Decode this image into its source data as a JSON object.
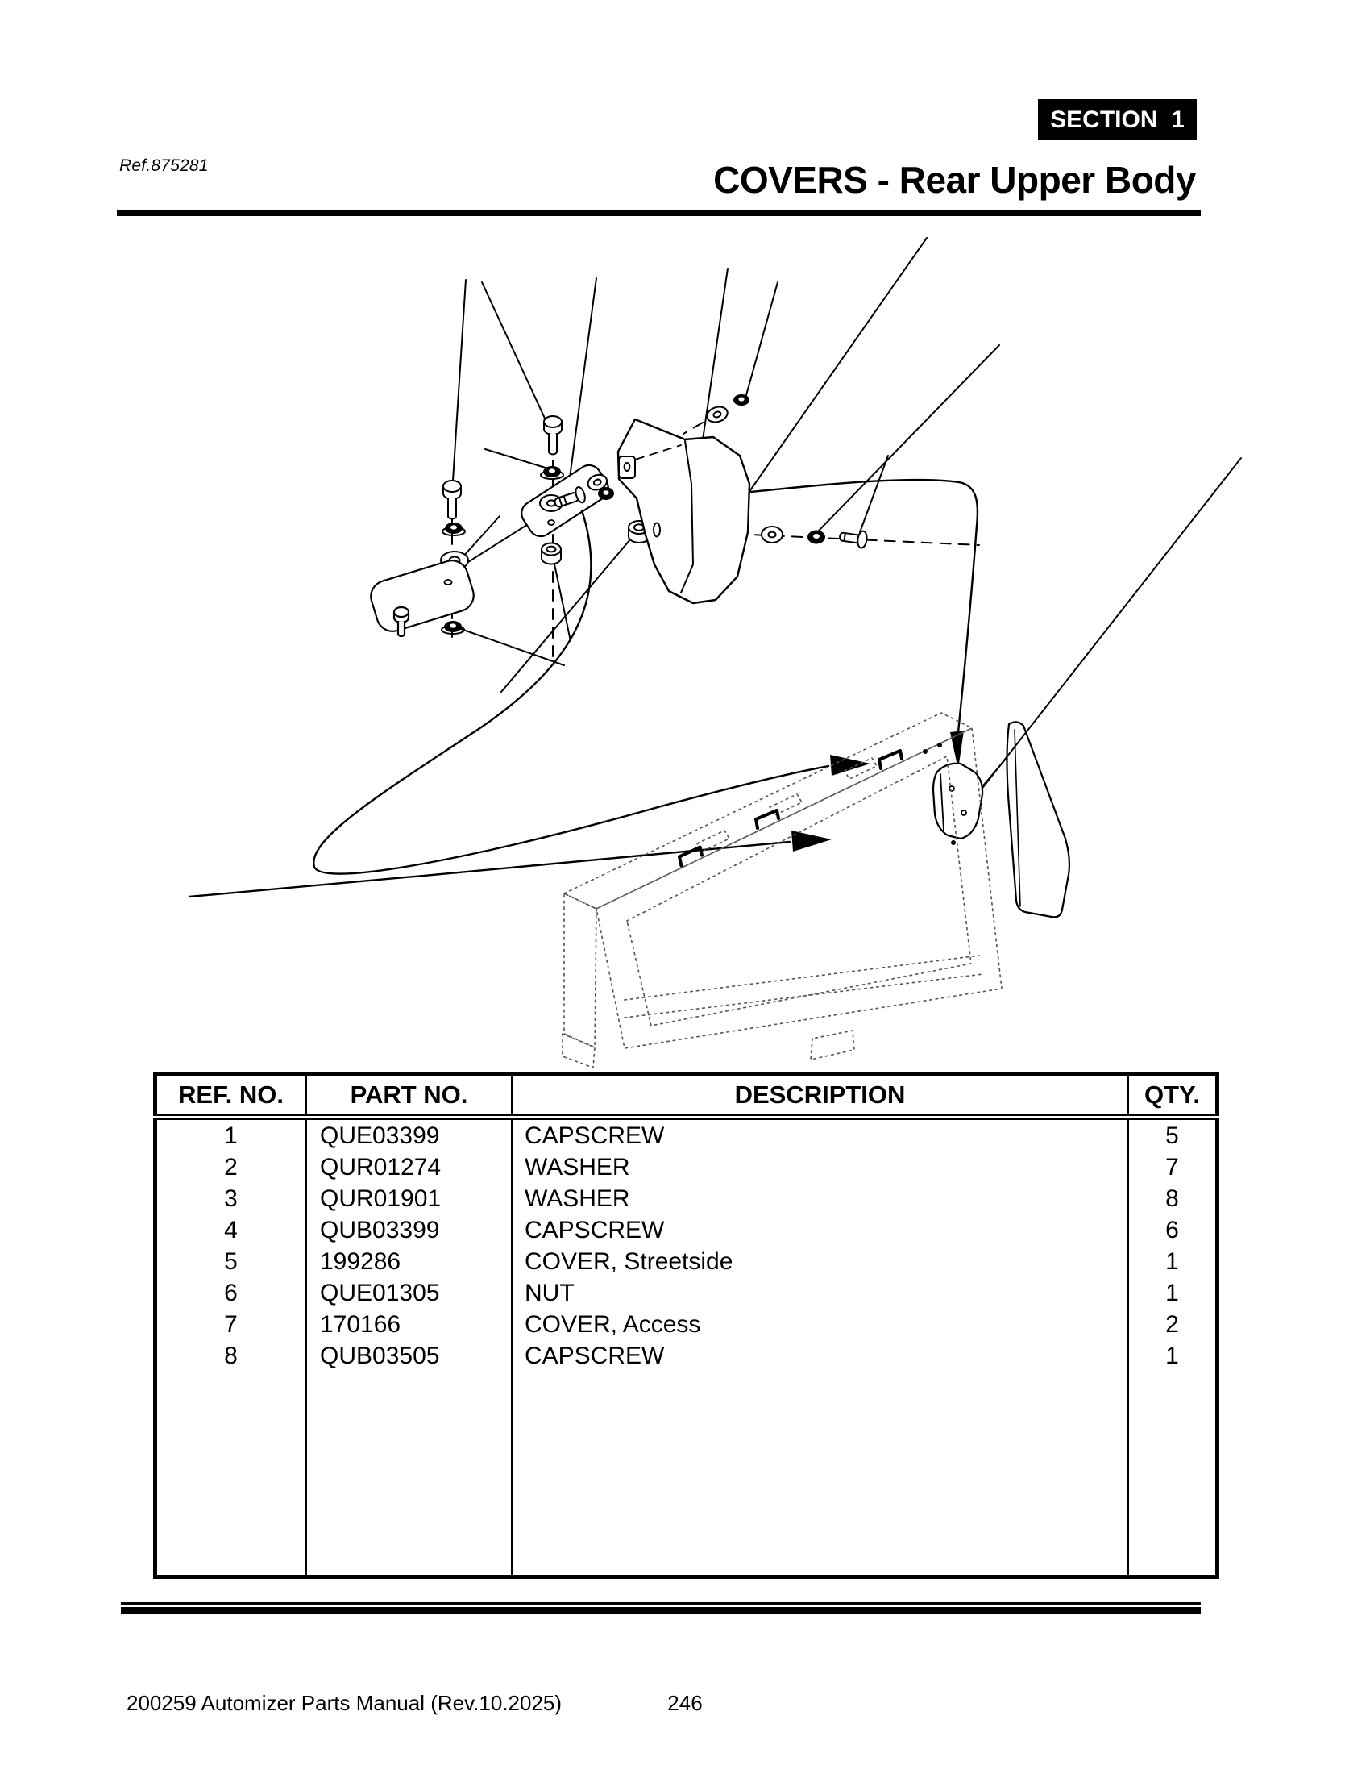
{
  "header": {
    "ref_label": "Ref.875281",
    "section_badge": "SECTION  1",
    "title": "COVERS - Rear Upper Body"
  },
  "parts_table": {
    "headers": {
      "ref_no": "REF. NO.",
      "part_no": "PART NO.",
      "description": "DESCRIPTION",
      "qty": "QTY."
    },
    "rows": [
      {
        "ref_no": "1",
        "part_no": "QUE03399",
        "description": "CAPSCREW",
        "qty": "5"
      },
      {
        "ref_no": "2",
        "part_no": "QUR01274",
        "description": "WASHER",
        "qty": "7"
      },
      {
        "ref_no": "3",
        "part_no": "QUR01901",
        "description": "WASHER",
        "qty": "8"
      },
      {
        "ref_no": "4",
        "part_no": "QUB03399",
        "description": "CAPSCREW",
        "qty": "6"
      },
      {
        "ref_no": "5",
        "part_no": "199286",
        "description": "COVER, Streetside",
        "qty": "1"
      },
      {
        "ref_no": "6",
        "part_no": "QUE01305",
        "description": "NUT",
        "qty": "1"
      },
      {
        "ref_no": "7",
        "part_no": "170166",
        "description": "COVER, Access",
        "qty": "2"
      },
      {
        "ref_no": "8",
        "part_no": "QUB03505",
        "description": "CAPSCREW",
        "qty": "1"
      }
    ]
  },
  "footer": {
    "manual_label": "200259 Automizer Parts Manual (Rev.10.2025)",
    "page_number": "246"
  },
  "diagram": {
    "ink_color": "#000000",
    "phantom_color": "#5a5a5a"
  }
}
